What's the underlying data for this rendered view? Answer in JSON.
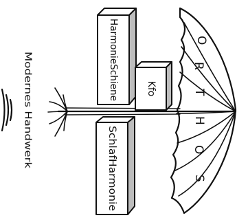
{
  "umbrella_letters": [
    "O",
    "R",
    "T",
    "H",
    "O",
    "S"
  ],
  "boxes": {
    "harmonie_schiene": "HarmonieSchiene",
    "kfo": "Kfo",
    "schlaf_harmonie": "SchlafHarmonie"
  },
  "side_caption": "Modernes Handwerk",
  "colors": {
    "ink": "#111111",
    "box_side": "#bdbdbd",
    "box_face": "#ffffff",
    "background": "#ffffff"
  }
}
